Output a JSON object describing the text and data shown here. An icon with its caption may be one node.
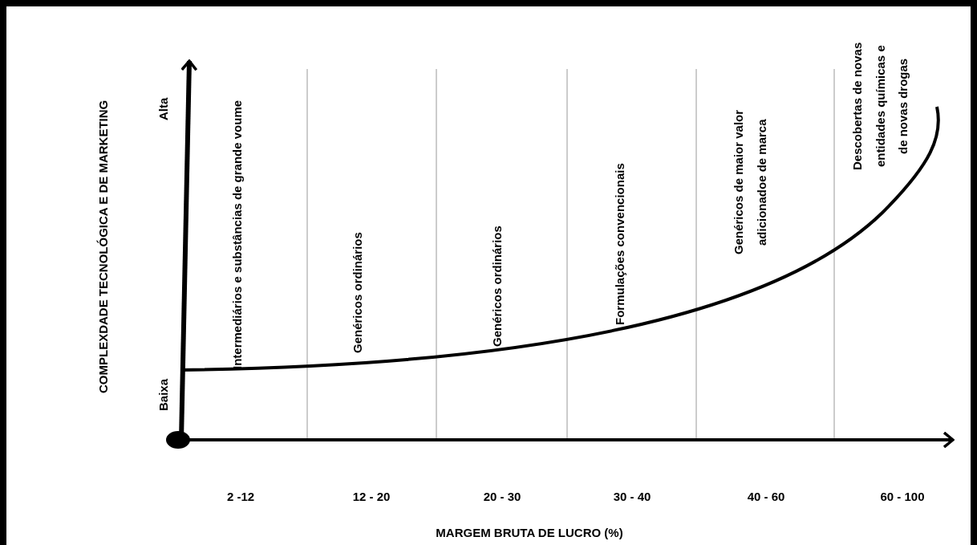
{
  "diagram": {
    "labels": [
      "COMPLEXDADE TECNOLÓGICA E DE MARKETING",
      "Alta",
      "Baixa",
      "Intermediários e substâncias de grande voume",
      "Genéricos ordinários",
      "Genéricos ordinários",
      "Formulações convencionais",
      "Genéricos de maior valor adicionadoe de marca",
      "Descobertas de novas entidades químicas e de novas drogas",
      "2 -12",
      "12 - 20",
      "20 - 30",
      "30 - 40",
      "40 - 60",
      "60 - 100",
      "MARGEM BRUTA DE LUCRO (%)"
    ]
  }
}
